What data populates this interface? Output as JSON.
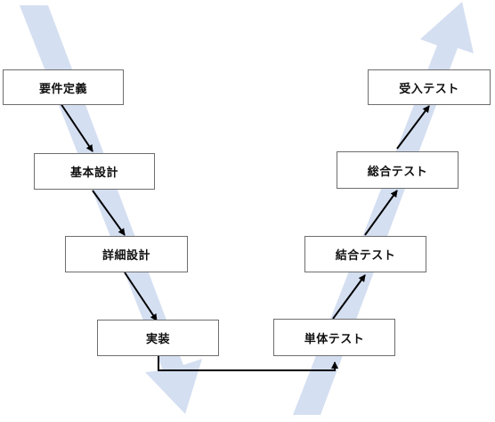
{
  "colors": {
    "band": "#d5dff2",
    "arrow": "#000000",
    "box_border": "#6e6e6e",
    "box_fill": "#ffffff",
    "text": "#111111"
  },
  "left_branch": [
    {
      "id": "requirements",
      "label": "要件定義"
    },
    {
      "id": "basic-design",
      "label": "基本設計"
    },
    {
      "id": "detailed-design",
      "label": "詳細設計"
    },
    {
      "id": "implementation",
      "label": "実装"
    }
  ],
  "right_branch": [
    {
      "id": "unit-test",
      "label": "単体テスト"
    },
    {
      "id": "integration-test",
      "label": "結合テスト"
    },
    {
      "id": "system-test",
      "label": "総合テスト"
    },
    {
      "id": "acceptance-test",
      "label": "受入テスト"
    }
  ]
}
